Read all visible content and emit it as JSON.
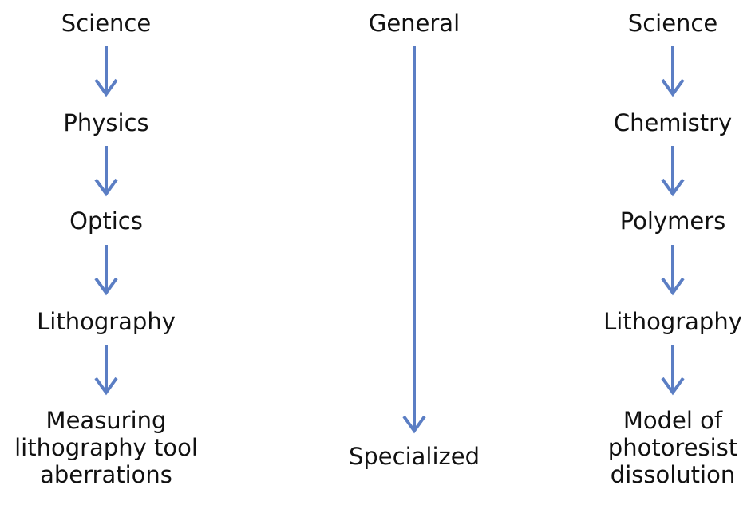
{
  "colors": {
    "arrow": "#5B7EC4",
    "text": "#111111",
    "background": "#FFFFFF"
  },
  "left_chain": {
    "nodes": [
      "Science",
      "Physics",
      "Optics",
      "Lithography",
      [
        "Measuring",
        "lithography tool",
        "aberrations"
      ]
    ]
  },
  "middle_scale": {
    "top_label": "General",
    "bottom_label": "Specialized"
  },
  "right_chain": {
    "nodes": [
      "Science",
      "Chemistry",
      "Polymers",
      "Lithography",
      [
        "Model of",
        "photoresist",
        "dissolution"
      ]
    ]
  }
}
